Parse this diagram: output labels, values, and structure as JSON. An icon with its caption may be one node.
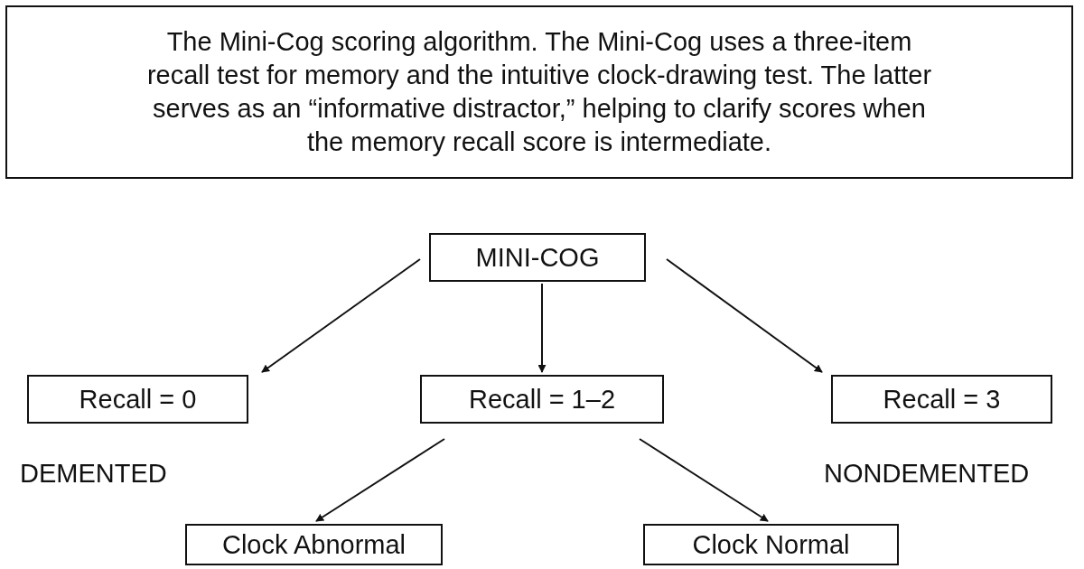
{
  "diagram": {
    "title": "The Mini-Cog scoring algorithm. The Mini-Cog uses a three-item recall test for memory and the intuitive clock-drawing test. The latter serves as an “informative distractor,” helping to clarify scores when the memory recall score is intermediate.",
    "nodes": [
      {
        "text": [
          "MINI-COG"
        ]
      },
      {
        "text": [
          "Recall = 0"
        ],
        "beside": [
          "DEMENTED"
        ]
      },
      {
        "text": [
          "Recall = 1–2"
        ]
      },
      {
        "text": [
          "Recall = 3"
        ],
        "beside": [
          "NONDEMENTED"
        ]
      },
      {
        "text": [
          "Clock Abnormal"
        ]
      },
      {
        "text": [
          "Clock Normal"
        ]
      }
    ],
    "edges": [
      {
        "from": 0,
        "to": 1,
        "arrow": "to"
      },
      {
        "from": 0,
        "to": 2,
        "arrow": "to"
      },
      {
        "from": 0,
        "to": 3,
        "arrow": "to"
      },
      {
        "from": 2,
        "to": 4,
        "arrow": "to"
      },
      {
        "from": 2,
        "to": 5,
        "arrow": "to"
      }
    ]
  }
}
